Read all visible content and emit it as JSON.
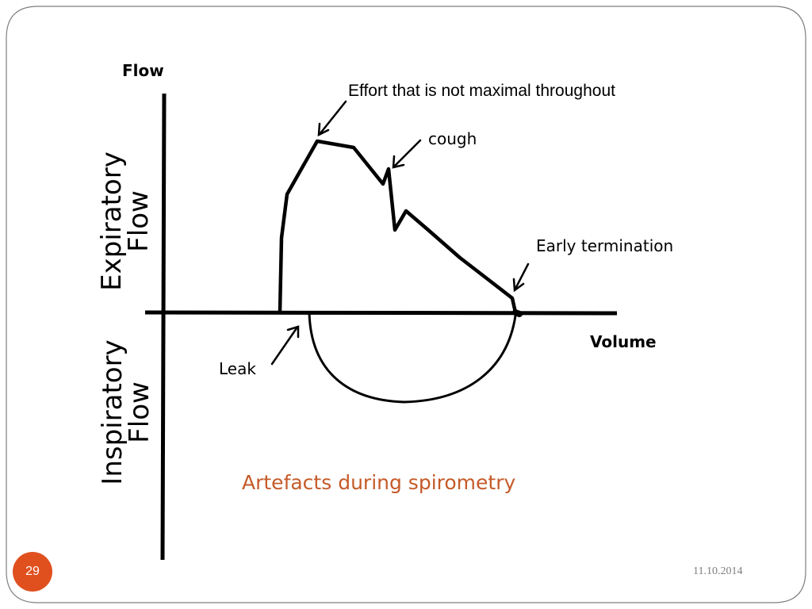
{
  "diagram": {
    "y_axis_title": "Flow",
    "x_axis_title": "Volume",
    "expiratory_label_line1": "Expiratory",
    "expiratory_label_line2": "Flow",
    "inspiratory_label_line1": "Inspiratory",
    "inspiratory_label_line2": "Flow",
    "annotations": {
      "effort": "Effort that is not maximal throughout",
      "cough": "cough",
      "early_termination": "Early termination",
      "leak": "Leak"
    },
    "caption": "Artefacts during spirometry"
  },
  "footer": {
    "page_number": "29",
    "date": "11.10.2014"
  },
  "colors": {
    "caption": "#c55a28",
    "page_badge": "#e0501f",
    "date": "#7f7f7f",
    "frame_border": "#7f7f7f"
  }
}
